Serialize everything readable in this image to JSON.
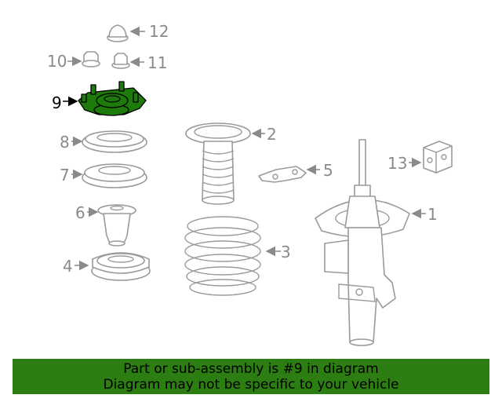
{
  "callouts": [
    {
      "id": "1",
      "label": "1"
    },
    {
      "id": "2",
      "label": "2"
    },
    {
      "id": "3",
      "label": "3"
    },
    {
      "id": "4",
      "label": "4"
    },
    {
      "id": "5",
      "label": "5"
    },
    {
      "id": "6",
      "label": "6"
    },
    {
      "id": "7",
      "label": "7"
    },
    {
      "id": "8",
      "label": "8"
    },
    {
      "id": "9",
      "label": "9"
    },
    {
      "id": "10",
      "label": "10"
    },
    {
      "id": "11",
      "label": "11"
    },
    {
      "id": "12",
      "label": "12"
    },
    {
      "id": "13",
      "label": "13"
    }
  ],
  "highlight": {
    "part": "9",
    "color": "#1f7a0c"
  },
  "banner": {
    "line1": "Part or sub-assembly is #9 in diagram",
    "line2": "Diagram may not be specific to your vehicle",
    "background": "#2c7d12"
  }
}
